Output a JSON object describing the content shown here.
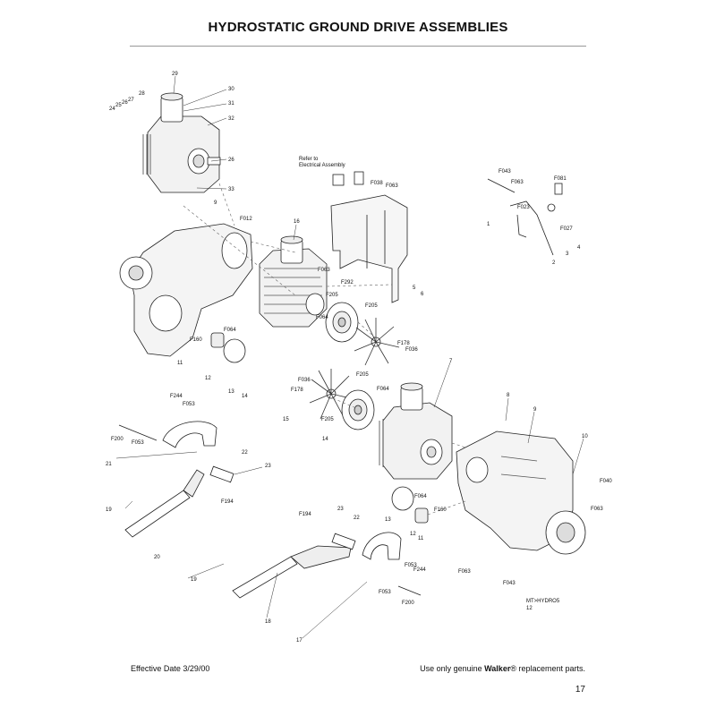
{
  "title": "HYDROSTATIC GROUND DRIVE ASSEMBLIES",
  "reference_note": {
    "line1": "Refer to",
    "line2": "Electrical Assembly"
  },
  "drawing_code": {
    "line1": "MT>HYDRO5",
    "line2": "12"
  },
  "footer": {
    "effective_date": "Effective Date 3/29/00",
    "notice_prefix": "Use only genuine ",
    "brand": "Walker",
    "notice_suffix": "® replacement parts.",
    "page_number": "17"
  },
  "callouts": {
    "c29": "29",
    "c30": "30",
    "c31": "31",
    "c32": "32",
    "c28": "28",
    "c27": "27",
    "c26a": "26",
    "c25": "25",
    "c24": "24",
    "c26b": "26",
    "c33": "33",
    "c9a": "9",
    "cF012": "F012",
    "c16": "16",
    "cF063a": "F063",
    "cF292": "F292",
    "cF205a": "F205",
    "cF205b": "F205",
    "c5": "5",
    "c6": "6",
    "cF064a": "F064",
    "cF160a": "F160",
    "cF064b": "F064",
    "c11a": "11",
    "c12a": "12",
    "c13a": "13",
    "c14a": "14",
    "cF178a": "F178",
    "cF036a": "F036",
    "cF038": "F038",
    "cF063b": "F063",
    "cF043a": "F043",
    "cF063c": "F063",
    "cF023": "F023",
    "cF081": "F081",
    "cF027": "F027",
    "c1": "1",
    "c2": "2",
    "c3": "3",
    "c4": "4",
    "c7": "7",
    "cF205c": "F205",
    "cF036b": "F036",
    "cF178b": "F178",
    "c15": "15",
    "cF205d": "F205",
    "cF064c": "F064",
    "c14b": "14",
    "cF244a": "F244",
    "cF053a": "F053",
    "cF200a": "F200",
    "cF053b": "F053",
    "c21": "21",
    "c22a": "22",
    "c23a": "23",
    "c19a": "19",
    "cF194a": "F194",
    "c20": "20",
    "c8": "8",
    "c9b": "9",
    "c10": "10",
    "cF040": "F040",
    "cF063d": "F063",
    "cF064d": "F064",
    "cF160b": "F160",
    "c13b": "13",
    "c12b": "12",
    "c11b": "11",
    "cF053c": "F053",
    "cF244b": "F244",
    "cF063e": "F063",
    "cF043b": "F043",
    "cF194b": "F194",
    "c23b": "23",
    "c22b": "22",
    "c19b": "19",
    "c18": "18",
    "c17": "17",
    "cF053d": "F053",
    "cF200b": "F200"
  }
}
